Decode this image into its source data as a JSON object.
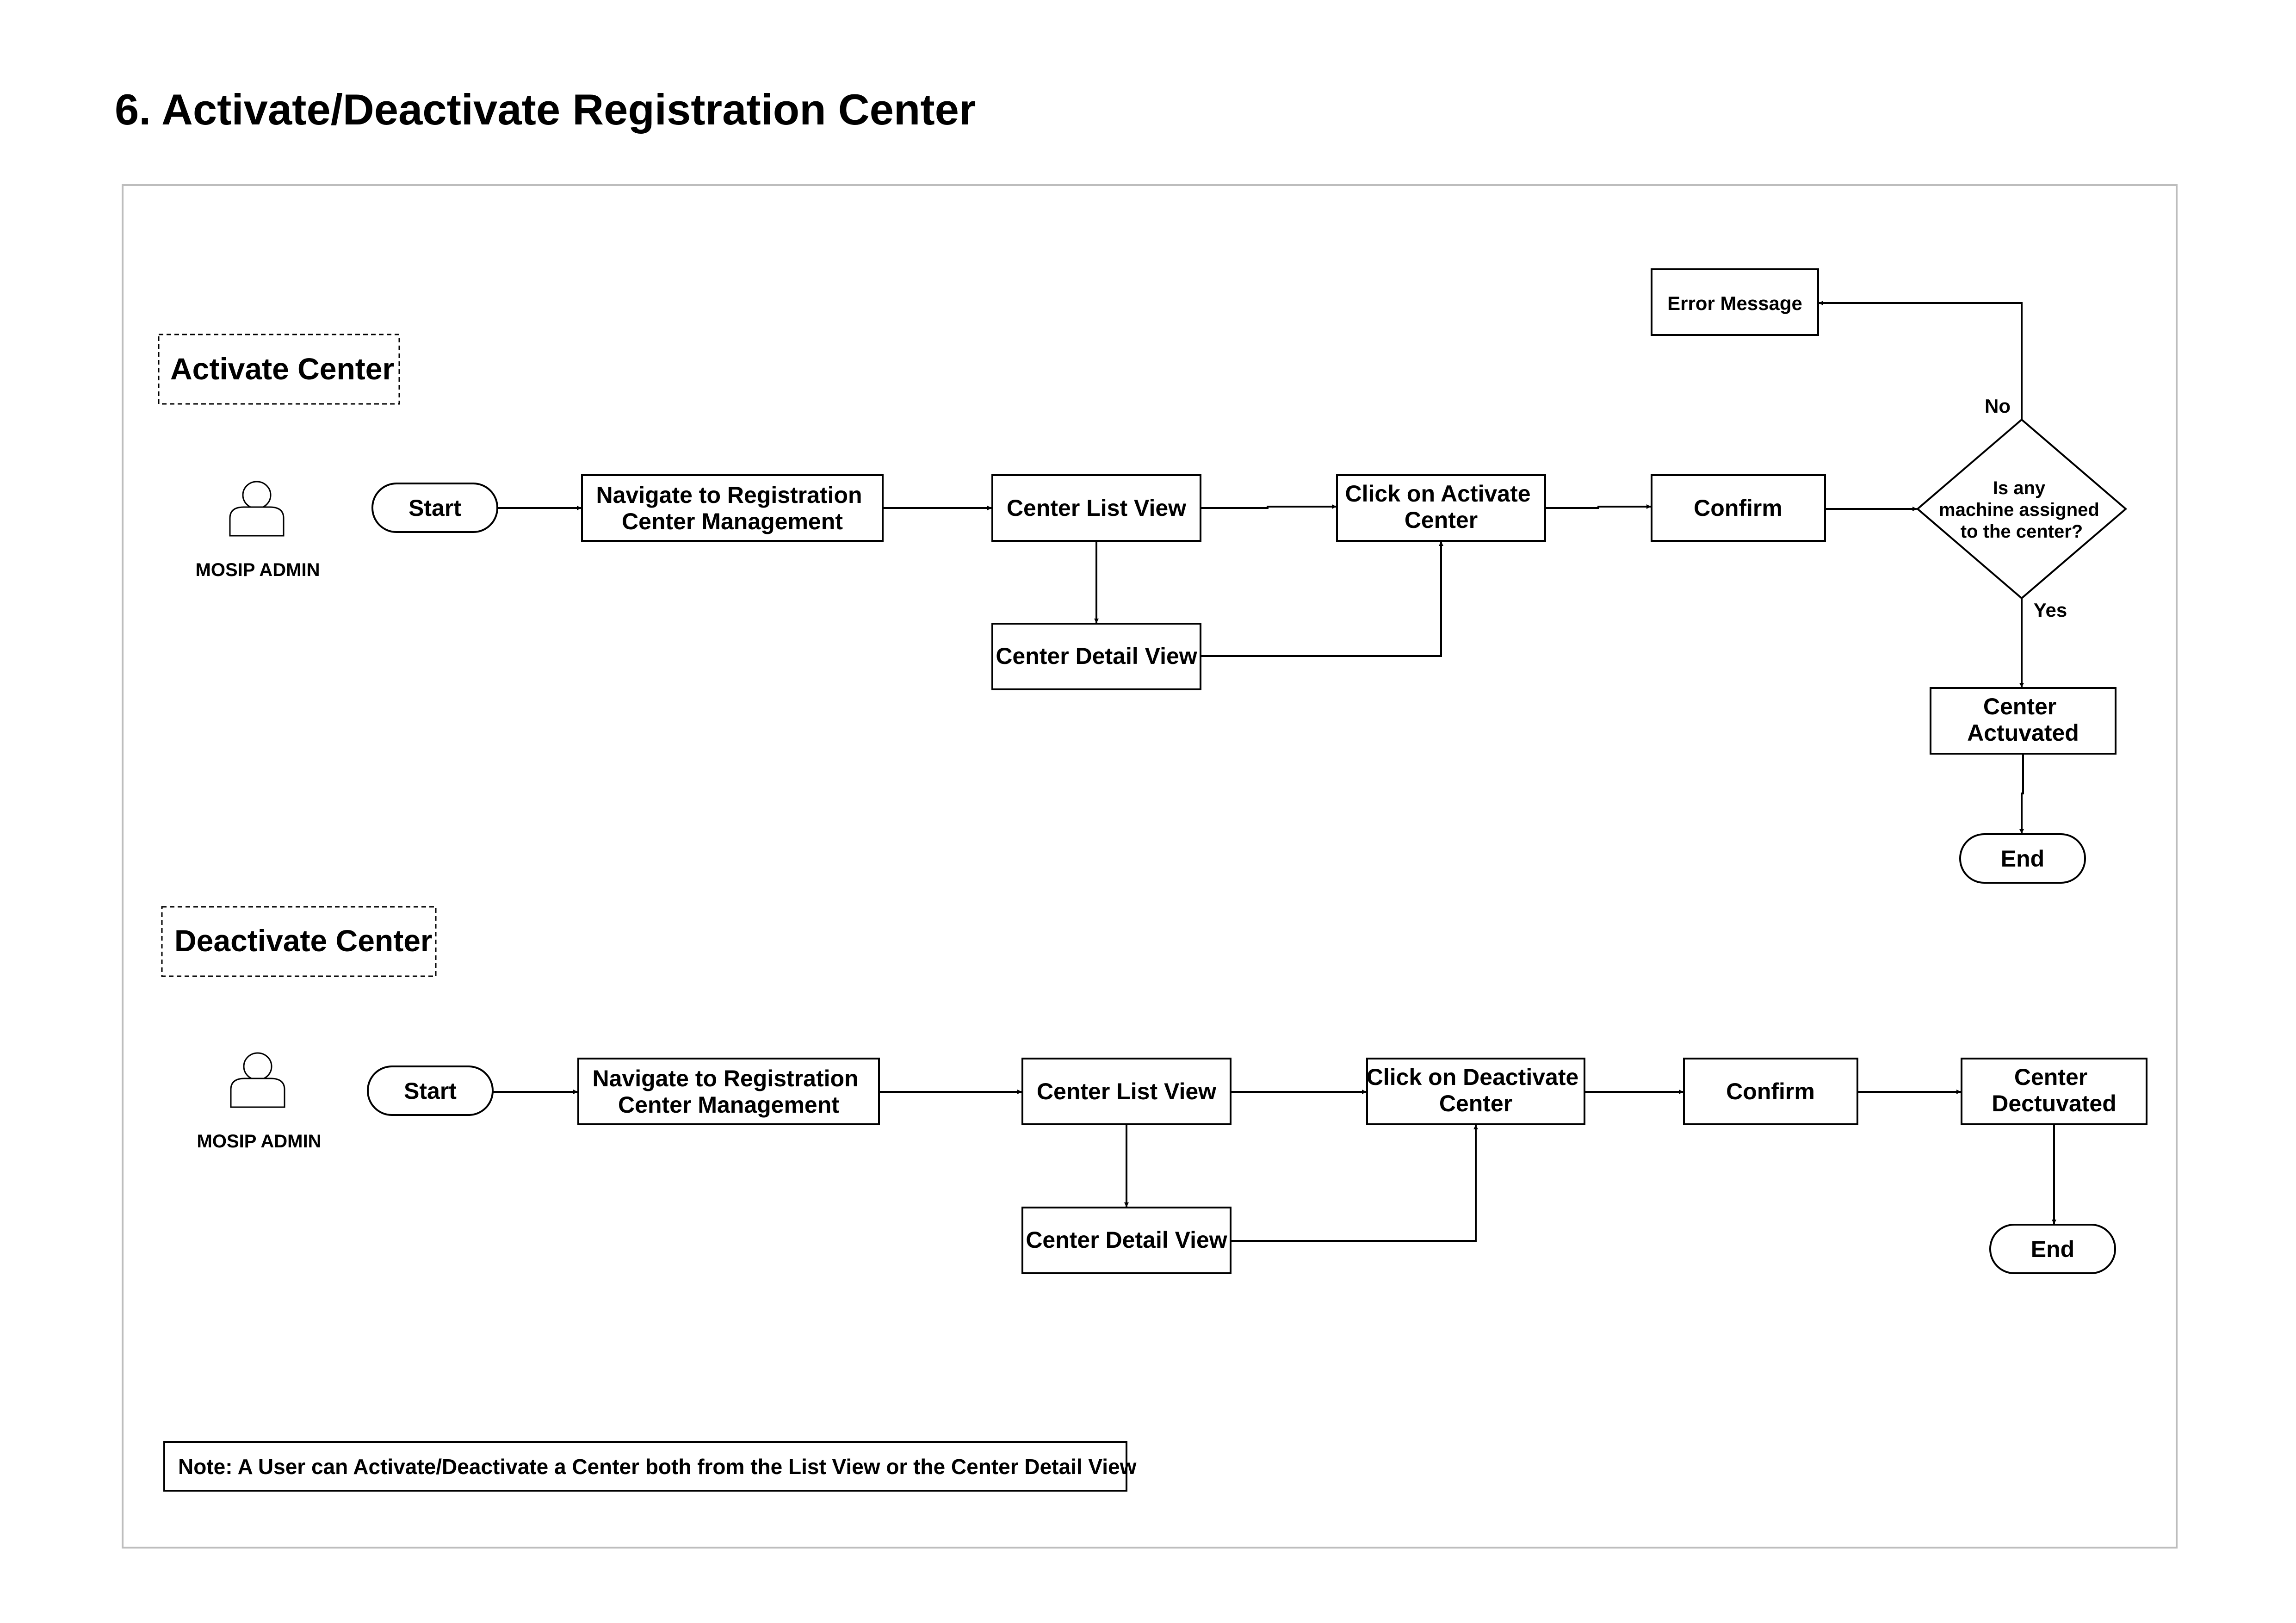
{
  "title": "6. Activate/Deactivate Registration Center",
  "activate": {
    "section_label": "Activate Center",
    "actor": "MOSIP ADMIN",
    "start": "Start",
    "navigate": [
      "Navigate to Registration",
      "Center Management"
    ],
    "list_view": "Center List View",
    "detail_view": "Center Detail View",
    "click_action": [
      "Click on Activate",
      "Center"
    ],
    "confirm": "Confirm",
    "decision": [
      "Is any",
      "machine assigned",
      "to the center?"
    ],
    "no_label": "No",
    "yes_label": "Yes",
    "error": "Error Message",
    "result": [
      "Center",
      "Actuvated"
    ],
    "end": "End"
  },
  "deactivate": {
    "section_label": "Deactivate Center",
    "actor": "MOSIP ADMIN",
    "start": "Start",
    "navigate": [
      "Navigate to Registration",
      "Center Management"
    ],
    "list_view": "Center List View",
    "detail_view": "Center Detail View",
    "click_action": [
      "Click on Deactivate",
      "Center"
    ],
    "confirm": "Confirm",
    "result": [
      "Center",
      "Dectuvated"
    ],
    "end": "End"
  },
  "note": "Note: A User can Activate/Deactivate a Center both from the List View or the Center Detail View"
}
